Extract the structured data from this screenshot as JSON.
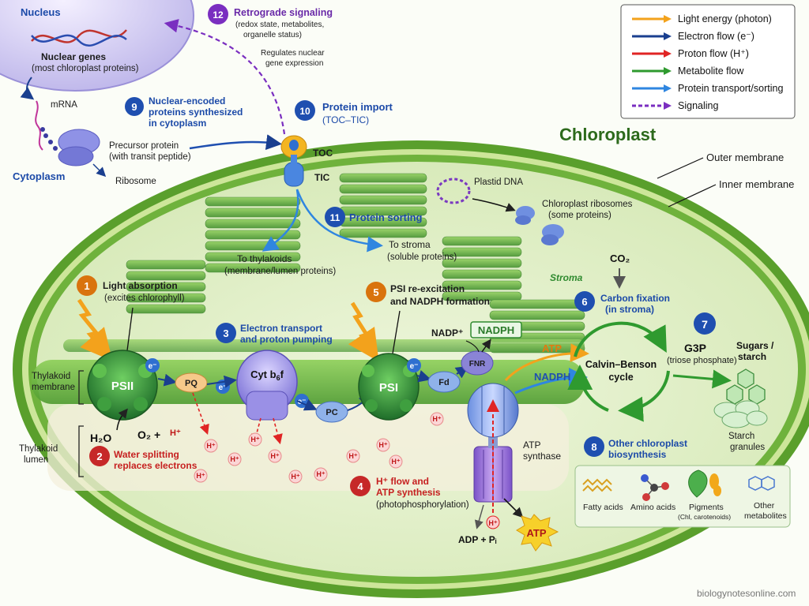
{
  "legend": {
    "items": [
      {
        "label": "Light energy (photon)",
        "color": "#f3a21c"
      },
      {
        "label": "Electron flow (e⁻)",
        "color": "#1a3f8f"
      },
      {
        "label": "Proton flow (H⁺)",
        "color": "#e02424"
      },
      {
        "label": "Metabolite flow",
        "color": "#2f9a2f"
      },
      {
        "label": "Protein transport/sorting",
        "color": "#2f86e0"
      },
      {
        "label": "Signaling",
        "color": "#7a2ec0"
      }
    ]
  },
  "nucleus": {
    "title": "Nucleus",
    "genes_line1": "Nuclear genes",
    "genes_line2": "(most chloroplast proteins)"
  },
  "cytoplasm": {
    "title": "Cytoplasm",
    "mrna": "mRNA",
    "ribosome": "Ribosome",
    "precursor_line1": "Precursor protein",
    "precursor_line2": "(with transit peptide)"
  },
  "chloroplast": {
    "title": "Chloroplast",
    "outer": "Outer membrane",
    "inner": "Inner membrane",
    "stroma": "Stroma",
    "plastid_dna": "Plastid DNA",
    "ribo_line1": "Chloroplast ribosomes",
    "ribo_line2": "(some proteins)"
  },
  "thylakoid": {
    "membrane_line1": "Thylakoid",
    "membrane_line2": "membrane",
    "lumen_line1": "Thylakoid",
    "lumen_line2": "lumen"
  },
  "steps": [
    {
      "num": "1",
      "title": "Light absorption",
      "sub": "(excites chlorophyll)"
    },
    {
      "num": "2",
      "title": "Water splitting",
      "title2": "replaces electrons"
    },
    {
      "num": "3",
      "title": "Electron transport",
      "title2": "and proton pumping"
    },
    {
      "num": "4",
      "title": "H⁺ flow and",
      "title2": "ATP synthesis",
      "sub": "(photophosphorylation)"
    },
    {
      "num": "5",
      "title": "PSI re-excitation",
      "title2": "and NADPH formation"
    },
    {
      "num": "6",
      "title": "Carbon fixation",
      "sub": "(in stroma)"
    },
    {
      "num": "7",
      "title": ""
    },
    {
      "num": "8",
      "title": "Other chloroplast",
      "title2": "biosynthesis"
    },
    {
      "num": "9",
      "title": "Nuclear-encoded",
      "title2": "proteins synthesized",
      "title3": "in cytoplasm"
    },
    {
      "num": "10",
      "title": "Protein import",
      "sub": "(TOC–TIC)"
    },
    {
      "num": "11",
      "title": "Protein sorting"
    },
    {
      "num": "12",
      "title": "Retrograde signaling",
      "sub1": "(redox state, metabolites,",
      "sub2": "organelle status)",
      "note1": "Regulates nuclear",
      "note2": "gene expression"
    }
  ],
  "complexes": {
    "psii": "PSII",
    "psi": "PSI",
    "pq": "PQ",
    "cyt_prefix": "Cyt b",
    "cyt_sub": "6",
    "cyt_suffix": "f",
    "pc": "PC",
    "fd": "Fd",
    "fnr": "FNR",
    "electron": "e⁻",
    "atp_synthase_1": "ATP",
    "atp_synthase_2": "synthase",
    "toc": "TOC",
    "tic": "TIC"
  },
  "molecules": {
    "h2o": "H₂O",
    "o2": "O₂ +",
    "hplus": "H⁺",
    "nadp": "NADP⁺",
    "nadph": "NADPH",
    "atp": "ATP",
    "adp_pi": "ADP + Pᵢ",
    "co2": "CO₂",
    "g3p": "G3P",
    "g3p_sub": "(triose phosphate)",
    "sugars_1": "Sugars /",
    "sugars_2": "starch",
    "starch_1": "Starch",
    "starch_2": "granules"
  },
  "calvin": {
    "line1": "Calvin–Benson",
    "line2": "cycle"
  },
  "sorting": {
    "thyl_1": "To thylakoids",
    "thyl_2": "(membrane/lumen proteins)",
    "stroma_1": "To stroma",
    "stroma_2": "(soluble proteins)"
  },
  "biosynthesis": {
    "fatty": "Fatty acids",
    "amino": "Amino acids",
    "pigments": "Pigments",
    "pigments_sub": "(Chl, carotenoids)",
    "other_1": "Other",
    "other_2": "metabolites"
  },
  "credit": "biologynotesonline.com",
  "colors": {
    "light": "#f3a21c",
    "electron": "#1a3f8f",
    "proton": "#e02424",
    "metabolite": "#2f9a2f",
    "protein": "#2f86e0",
    "signal": "#7a2ec0",
    "step_blue": "#1f4fb0",
    "step_red": "#c62828",
    "step_orange": "#d9730d",
    "step_purple": "#7a2ec0"
  }
}
